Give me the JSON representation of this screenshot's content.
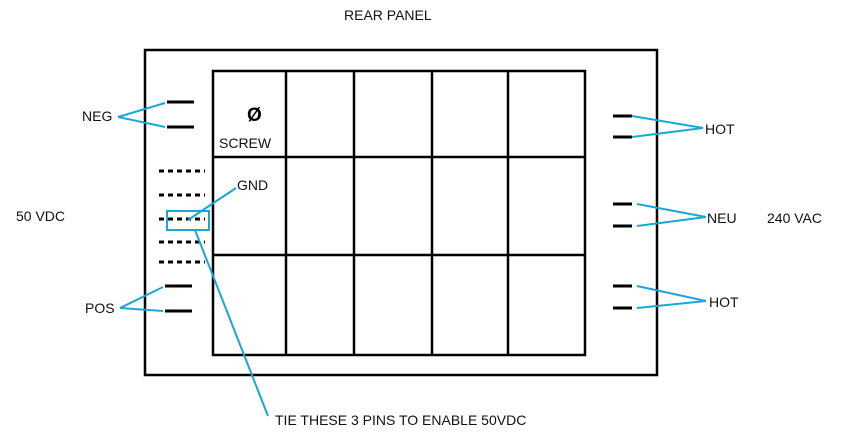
{
  "title": "REAR PANEL",
  "labels": {
    "neg": "NEG",
    "pos": "POS",
    "dc_voltage": "50 VDC",
    "screw": "SCREW",
    "gnd": "GND",
    "hot_top": "HOT",
    "neu": "NEU",
    "hot_bottom": "HOT",
    "ac_voltage": "240 VAC",
    "note": "TIE THESE 3 PINS TO ENABLE 50VDC"
  },
  "screw_symbol": "Ø",
  "colors": {
    "line": "#000000",
    "callout": "#1aa7d6",
    "text": "#111111"
  }
}
